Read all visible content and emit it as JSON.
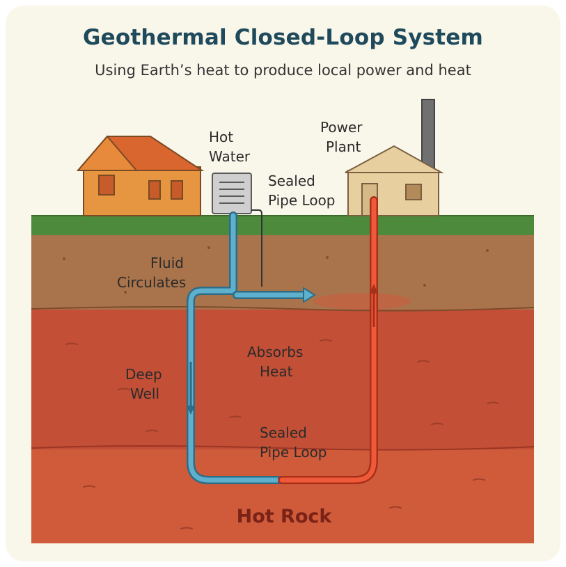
{
  "title": "Geothermal Closed-Loop System",
  "subtitle": "Using Earth’s heat to produce local power and heat",
  "labels": {
    "hot_water": [
      "Hot",
      "Water"
    ],
    "power_plant": [
      "Power",
      "Plant"
    ],
    "sealed_pipe_top": [
      "Sealed",
      "Pipe Loop"
    ],
    "fluid_circulates": [
      "Fluid",
      "Circulates"
    ],
    "absorbs_heat": [
      "Absorbs",
      "Heat"
    ],
    "deep_well": [
      "Deep",
      "Well"
    ],
    "sealed_pipe_bottom": [
      "Sealed",
      "Pipe Loop"
    ],
    "hot_rock": "Hot Rock"
  },
  "colors": {
    "title": "#1f4a5c",
    "cold_pipe": "#3e8fb0",
    "hot_pipe": "#e4472a",
    "grass": "#4e8a3c",
    "topsoil": "#a9744c",
    "middle_rock": "#c24f36",
    "deep_rock": "#cf5b3b"
  }
}
